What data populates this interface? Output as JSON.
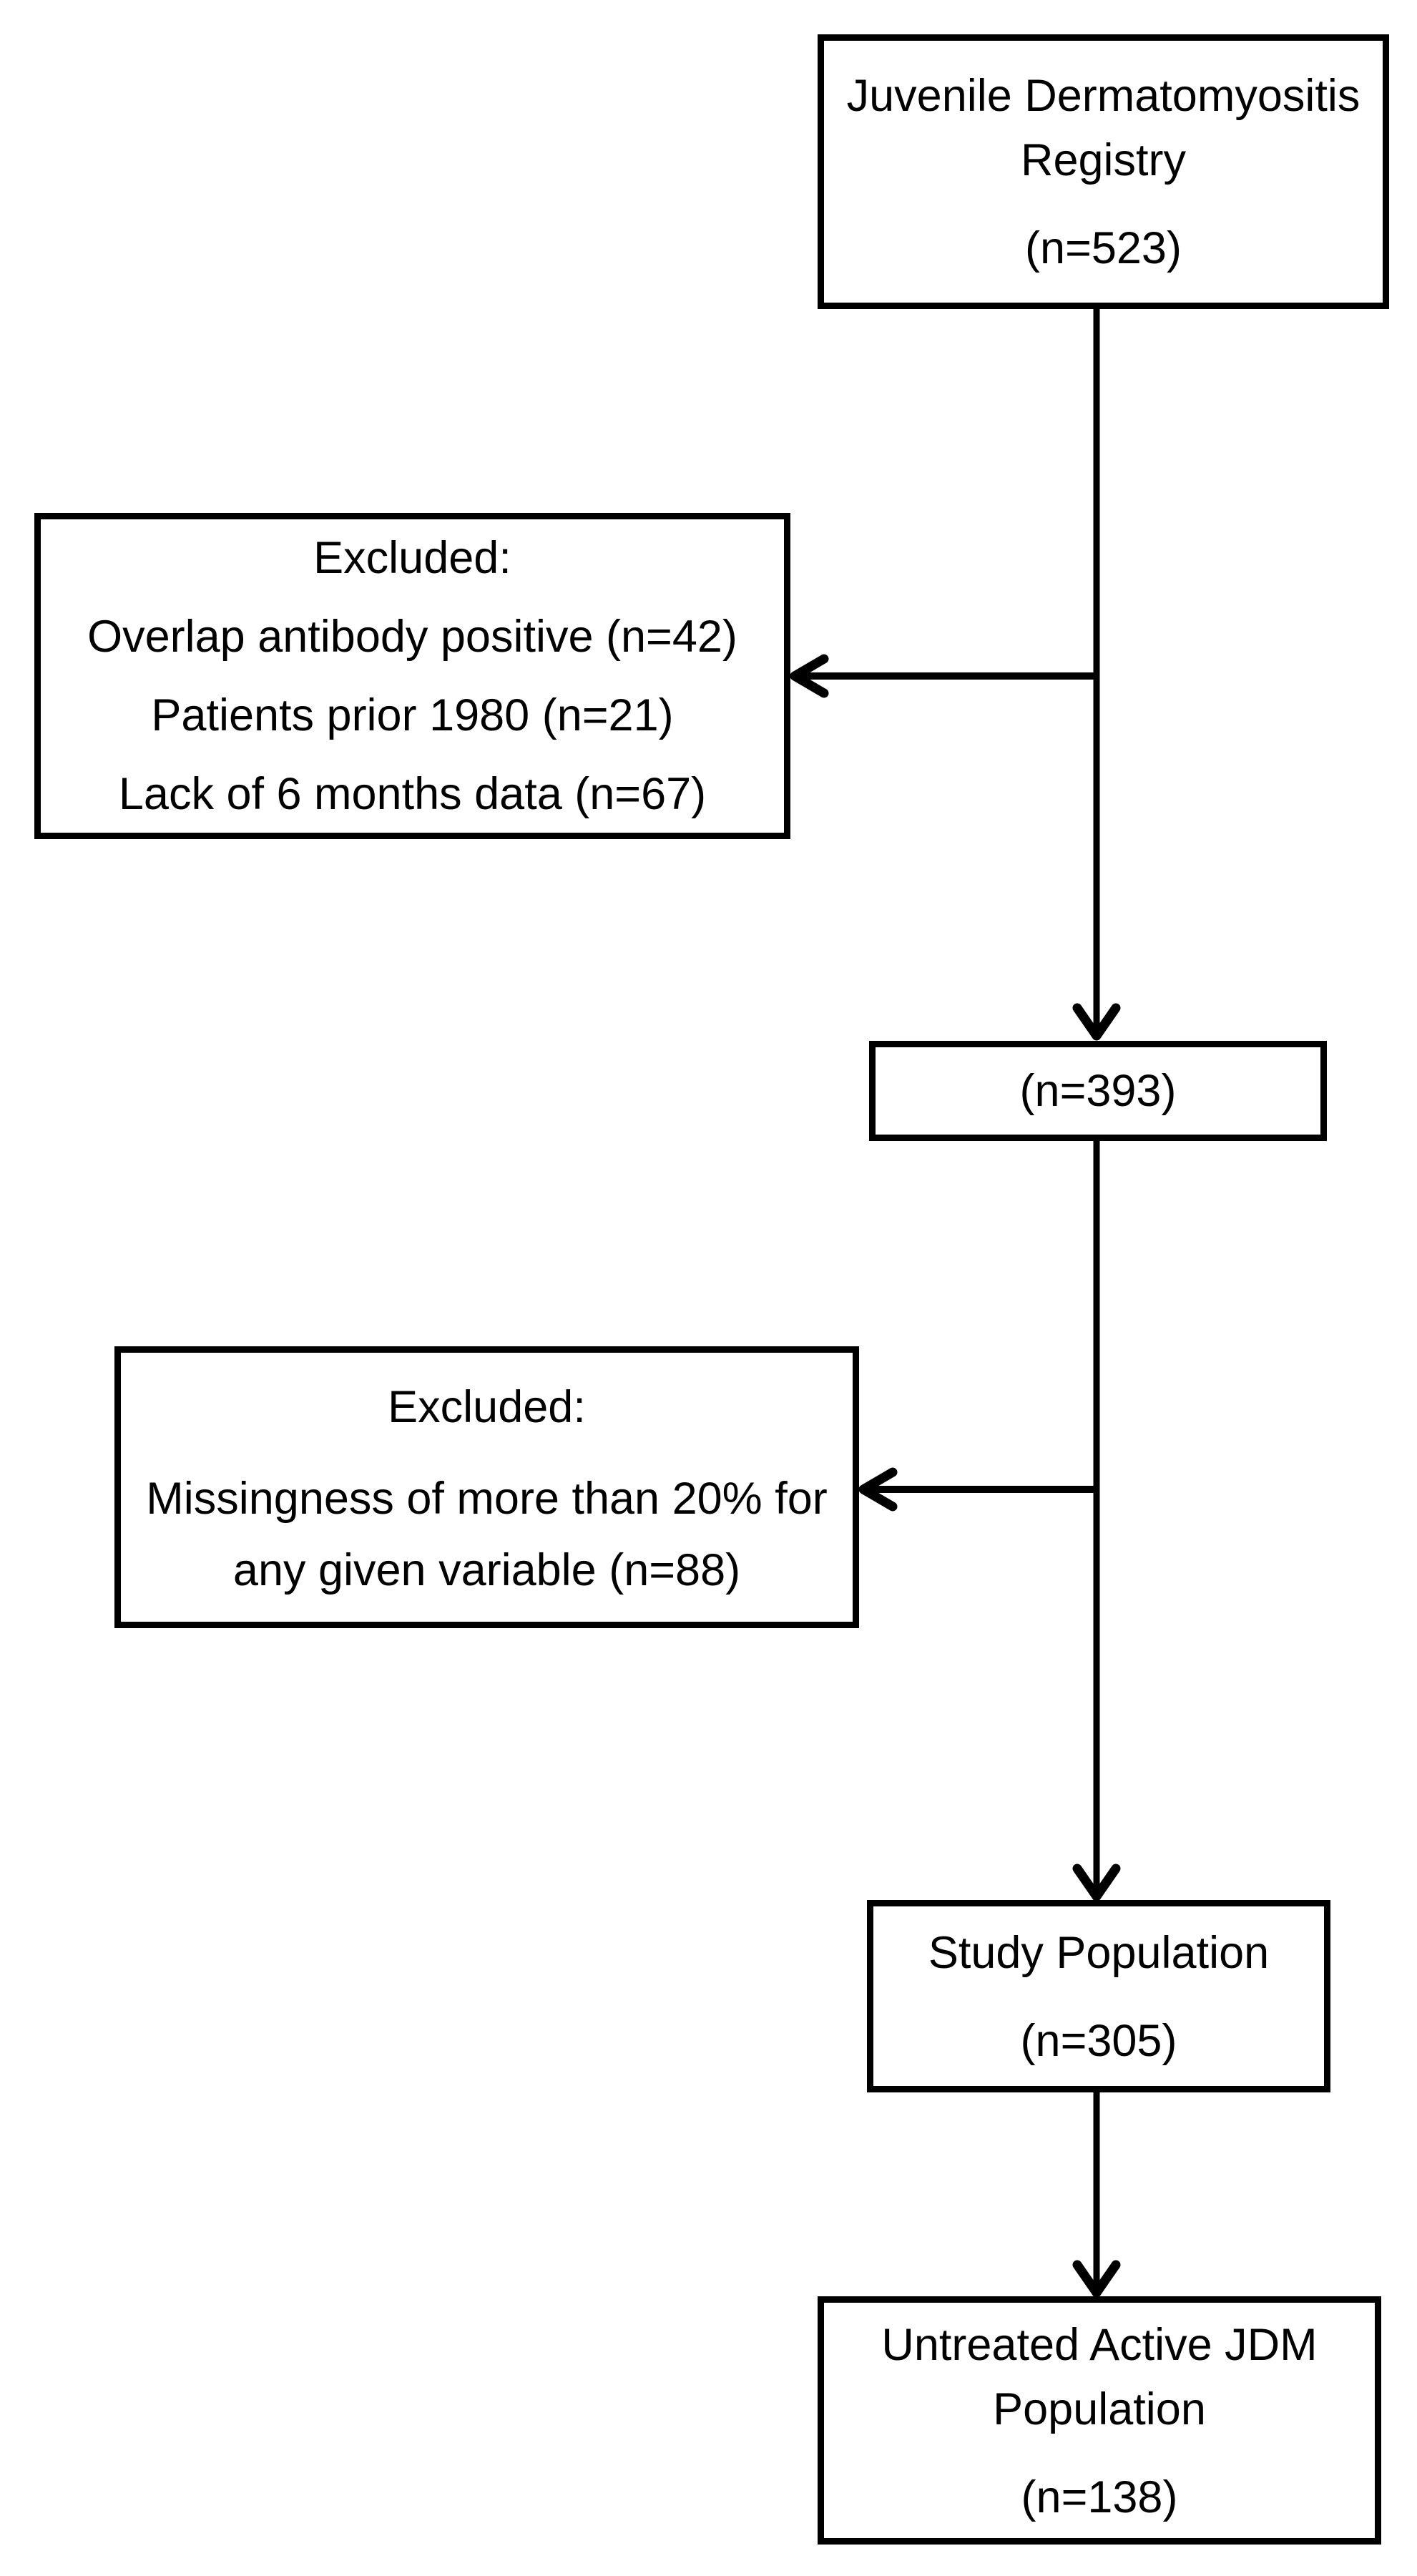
{
  "figure": {
    "type": "study-flow-diagram",
    "background_color": "#ffffff",
    "line_color": "#000000",
    "text_color": "#000000"
  },
  "nodes": [
    {
      "id": "registry",
      "title": "Juvenile Dermatomyositis Registry",
      "count": "(n=523)"
    },
    {
      "id": "excluded-1",
      "heading": "Excluded:",
      "items": [
        "Overlap antibody positive (n=42)",
        "Patients prior 1980 (n=21)",
        "Lack of 6 months data (n=67)"
      ]
    },
    {
      "id": "interim",
      "count": "(n=393)"
    },
    {
      "id": "excluded-2",
      "heading": "Excluded:",
      "items": [
        "Missingness of more than 20% for any given variable (n=88)"
      ]
    },
    {
      "id": "study-population",
      "title": "Study Population",
      "count": "(n=305)"
    },
    {
      "id": "untreated-active-jdm",
      "title": "Untreated Active JDM Population",
      "count": "(n=138)"
    }
  ],
  "edges": [
    {
      "from": "registry",
      "to": "interim",
      "direction": "down"
    },
    {
      "from": "registry-to-interim-line",
      "to": "excluded-1",
      "direction": "left"
    },
    {
      "from": "interim",
      "to": "study-population",
      "direction": "down"
    },
    {
      "from": "interim-to-study-line",
      "to": "excluded-2",
      "direction": "left"
    },
    {
      "from": "study-population",
      "to": "untreated-active-jdm",
      "direction": "down"
    }
  ]
}
